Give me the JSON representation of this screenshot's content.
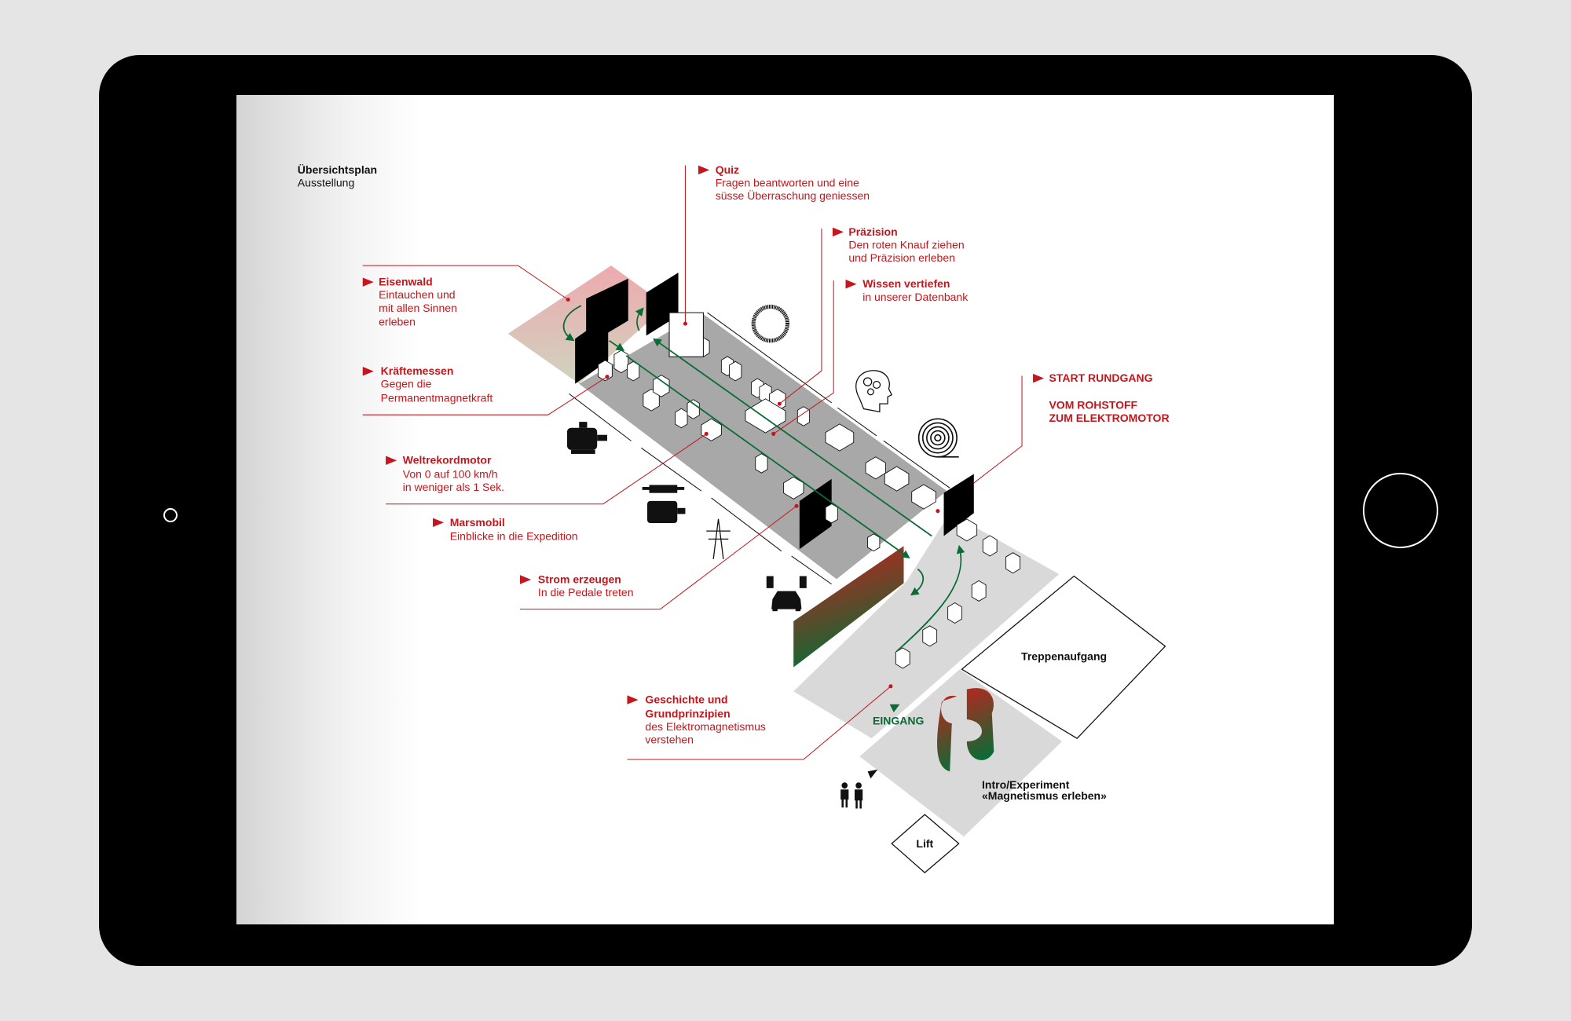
{
  "header": {
    "title": "Übersichtsplan",
    "subtitle": "Ausstellung"
  },
  "labels": {
    "quiz": {
      "title": "Quiz",
      "lines": [
        "Fragen beantworten und eine",
        "süsse Überraschung geniessen"
      ]
    },
    "praezision": {
      "title": "Präzision",
      "lines": [
        "Den roten Knauf ziehen",
        "und Präzision erleben"
      ]
    },
    "wissen": {
      "title": "Wissen vertiefen",
      "lines": [
        "in unserer Datenbank"
      ]
    },
    "eisenwald": {
      "title": "Eisenwald",
      "lines": [
        "Eintauchen und",
        "mit allen Sinnen",
        "erleben"
      ]
    },
    "kraeftemessen": {
      "title": "Kräftemessen",
      "lines": [
        "Gegen die",
        "Permanentmagnetkraft"
      ]
    },
    "weltrekord": {
      "title": "Weltrekordmotor",
      "lines": [
        "Von 0 auf 100 km/h",
        "in weniger als 1 Sek."
      ]
    },
    "marsmobil": {
      "title": "Marsmobil",
      "lines": [
        "Einblicke in die Expedition"
      ]
    },
    "strom": {
      "title": "Strom erzeugen",
      "lines": [
        "In die Pedale treten"
      ]
    },
    "geschichte": {
      "title_lines": [
        "Geschichte und",
        "Grundprinzipien"
      ],
      "lines": [
        "des Elektromagnetismus",
        "verstehen"
      ]
    },
    "start": {
      "title": "START RUNDGANG",
      "lines": [
        "VOM ROHSTOFF",
        "ZUM ELEKTROMOTOR"
      ]
    }
  },
  "plan": {
    "entrance": "EINGANG",
    "stairs": "Treppenaufgang",
    "intro_lines": [
      "Intro/Experiment",
      "«Magnetismus erleben»"
    ],
    "lift": "Lift"
  },
  "colors": {
    "accent": "#c4161c",
    "path": "#0a6b35",
    "hall": "#a8a8a8",
    "floor": "#d9d9d9"
  }
}
